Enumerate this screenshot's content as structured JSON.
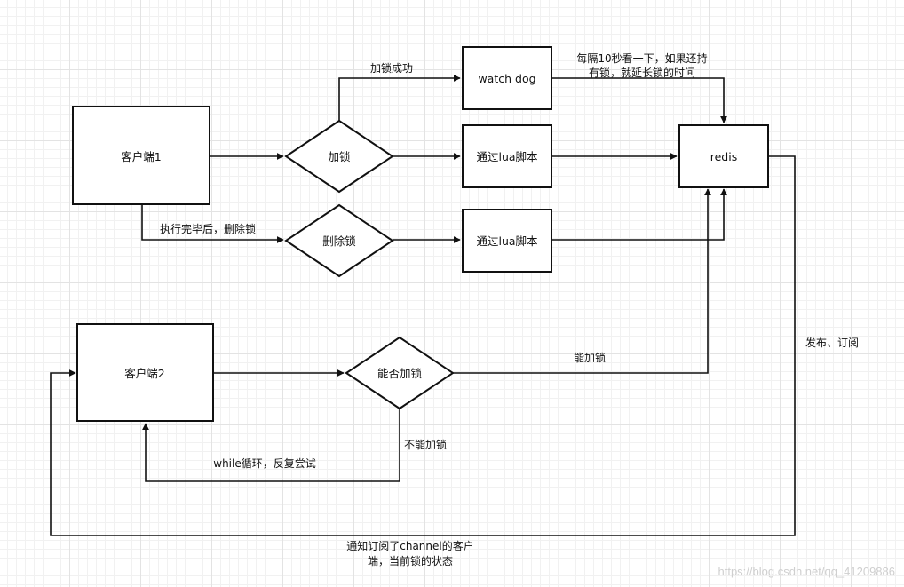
{
  "nodes": {
    "client1": "客户端1",
    "client2": "客户端2",
    "lock": "加锁",
    "unlock": "删除锁",
    "can_lock": "能否加锁",
    "watch_dog": "watch dog",
    "lua_lock": "通过lua脚本",
    "lua_unlock": "通过lua脚本",
    "redis": "redis"
  },
  "edges": {
    "lock_success": "加锁成功",
    "renew_line1": "每隔10秒看一下，如果还持",
    "renew_line2": "有锁，就延长锁的时间",
    "delete_after": "执行完毕后，删除锁",
    "can_lock_yes": "能加锁",
    "cannot_lock": "不能加锁",
    "retry": "while循环，反复尝试",
    "pubsub": "发布、订阅",
    "notify_line1": "通知订阅了channel的客户",
    "notify_line2": "端，当前锁的状态"
  },
  "watermark": "https://blog.csdn.net/qq_41209886"
}
